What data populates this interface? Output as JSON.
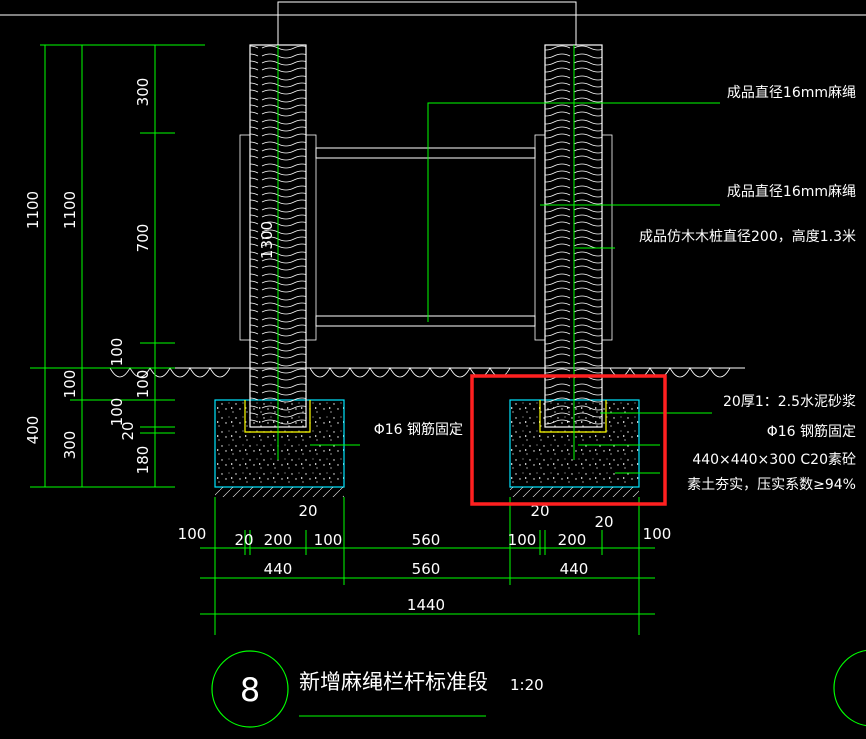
{
  "drawing": {
    "detail_number": "8",
    "title": "新增麻绳栏杆标准段",
    "scale": "1:20"
  },
  "colors": {
    "background": "#000000",
    "outline": "#ffffff",
    "dimension": "#00ff00",
    "footing": "#00e5ff",
    "mortar": "#ffff00",
    "highlight": "#ff2020"
  },
  "annotations": {
    "rope_top": "成品直径16mm麻绳",
    "rope_mid": "成品直径16mm麻绳",
    "post": "成品仿木木桩直径200，高度1.3米",
    "mortar": "20厚1：2.5水泥砂浆",
    "rebar_right": "Φ16 钢筋固定",
    "footing": "440×440×300  C20素砼",
    "soil": "素土夯实，压实系数≥94%",
    "rebar_left": "Φ16 钢筋固定"
  },
  "dims": {
    "left_1100a": "1100",
    "left_1100b": "1100",
    "left_400": "400",
    "left_100": "100",
    "left_300": "300",
    "v300": "300",
    "v700": "700",
    "v100a": "100",
    "v100b": "100",
    "v100c": "100",
    "v20": "20",
    "v180": "180",
    "post_1300": "1300",
    "b20_left": "20",
    "b20_mid": "20",
    "b20_right": "20",
    "h100_out_l": "100",
    "h20_l": "20",
    "h200_l": "200",
    "h100_in_l": "100",
    "h560": "560",
    "h100_in_r": "100",
    "h200_r": "200",
    "h100_out_r": "100",
    "h440_l": "440",
    "h560_b": "560",
    "h440_r": "440",
    "h1440": "1440"
  }
}
